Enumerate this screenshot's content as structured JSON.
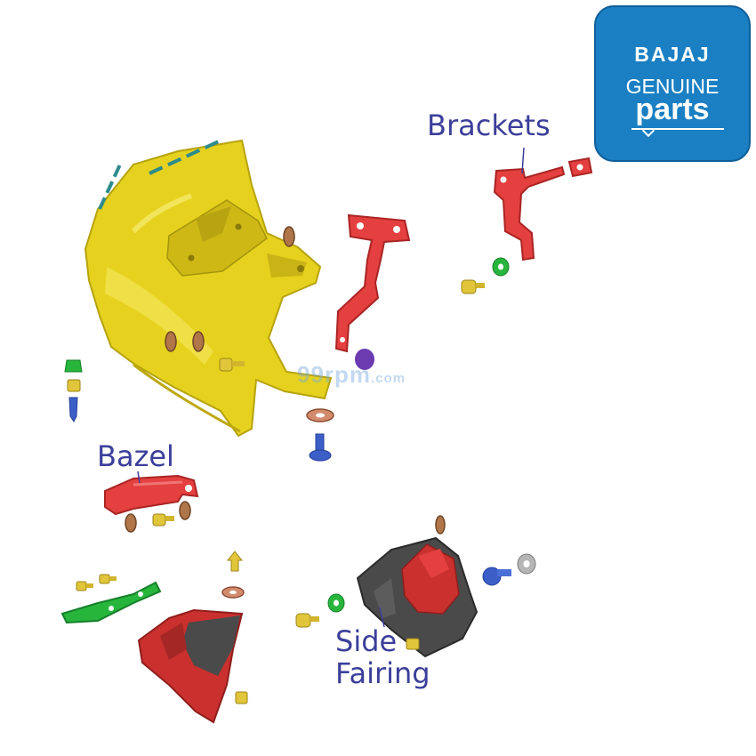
{
  "logo": {
    "line1": "BAJAJ",
    "line2": "GENUINE",
    "line3": "parts"
  },
  "watermark": {
    "main": "99rpm",
    "suffix": ".com"
  },
  "callouts": {
    "brackets": "Brackets",
    "bazel": "Bazel",
    "side_fairing": "Side\nFairing"
  },
  "colors": {
    "label": "#3b3f9a",
    "logo_bg": "#1a7fc3",
    "fairing_yellow": "#e6d21e",
    "bracket_red": "#e4403f",
    "panel_dark": "#4a4a4a",
    "panel_red": "#c9302e",
    "washer_green": "#27b53c",
    "bolt_blue": "#3b5fc7",
    "bolt_gold": "#e1c53a",
    "clip_copper": "#b0764a",
    "grommet_purple": "#6c3bb0"
  }
}
